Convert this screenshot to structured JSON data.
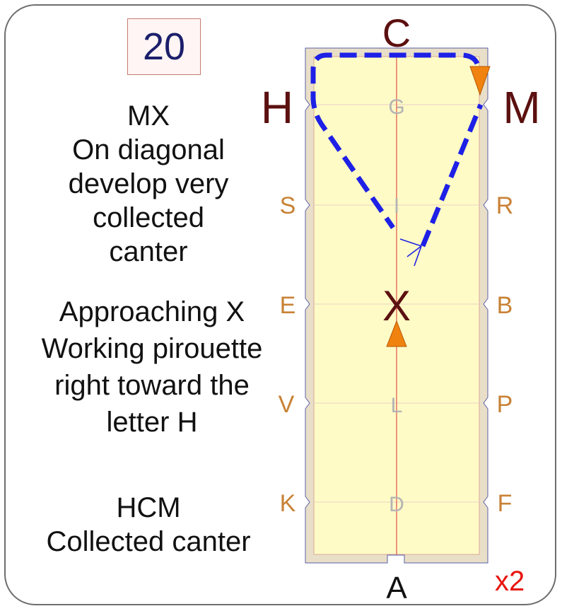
{
  "movement_number": "20",
  "instructions": [
    {
      "lines": [
        "MX",
        "On diagonal",
        "develop very",
        "collected",
        "canter"
      ]
    },
    {
      "lines": [
        "Approaching X",
        "Working pirouette",
        "right toward the",
        "letter H"
      ]
    },
    {
      "lines": [
        "HCM",
        "Collected canter"
      ]
    }
  ],
  "arena": {
    "end_letters": {
      "top": "C",
      "bottom": "A"
    },
    "large_letters": {
      "left": "H",
      "right": "M",
      "center": "X"
    },
    "left_letters": [
      "S",
      "E",
      "V",
      "K"
    ],
    "right_letters": [
      "R",
      "B",
      "P",
      "F"
    ],
    "centerline_letters": [
      "G",
      "I",
      "L",
      "D"
    ]
  },
  "repeat_label": "x2",
  "colors": {
    "arena_fill": "#fffbc6",
    "arena_border": "#e9dfc8",
    "path": "#1e20e6",
    "marker": "#f0820f",
    "large_letter": "#5c1010",
    "small_letter": "#c88236",
    "centerline_letter": "#b4b4b4",
    "repeat": "#e8150f"
  }
}
